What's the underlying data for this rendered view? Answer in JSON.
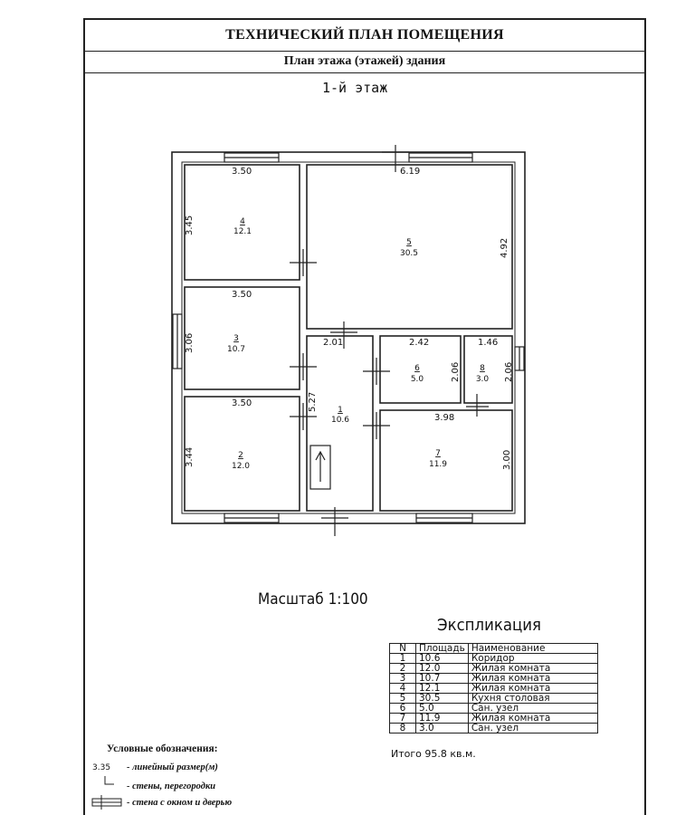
{
  "header": {
    "title": "ТЕХНИЧЕСКИЙ ПЛАН ПОМЕЩЕНИЯ",
    "subtitle": "План этажа (этажей) здания"
  },
  "floor_title": "1-й этаж",
  "scale_label": "Масштаб 1:100",
  "rooms": [
    {
      "num": "4",
      "area": "12.1"
    },
    {
      "num": "5",
      "area": "30.5"
    },
    {
      "num": "3",
      "area": "10.7"
    },
    {
      "num": "1",
      "area": "10.6"
    },
    {
      "num": "6",
      "area": "5.0"
    },
    {
      "num": "8",
      "area": "3.0"
    },
    {
      "num": "2",
      "area": "12.0"
    },
    {
      "num": "7",
      "area": "11.9"
    }
  ],
  "dimensions": {
    "r4_width": "3.50",
    "r4_height": "3.45",
    "r5_width": "6.19",
    "r5_height": "4.92",
    "r3_width": "3.50",
    "r3_height": "3.06",
    "r1_width": "2.01",
    "r1_height": "5.27",
    "r6_width": "2.42",
    "r6_height": "2.06",
    "r8_width": "1.46",
    "r8_height": "2.06",
    "r2_width": "3.50",
    "r2_height": "3.44",
    "r7_width": "3.98",
    "r7_height": "3.00"
  },
  "explication": {
    "title": "Экспликация",
    "columns": [
      "N",
      "Площадь",
      "Наименование"
    ],
    "rows": [
      [
        "1",
        "10.6",
        "Коридор"
      ],
      [
        "2",
        "12.0",
        "Жилая комната"
      ],
      [
        "3",
        "10.7",
        "Жилая комната"
      ],
      [
        "4",
        "12.1",
        "Жилая комната"
      ],
      [
        "5",
        "30.5",
        "Кухня столовая"
      ],
      [
        "6",
        "5.0",
        "Сан. узел"
      ],
      [
        "7",
        "11.9",
        "Жилая комната"
      ],
      [
        "8",
        "3.0",
        "Сан. узел"
      ]
    ],
    "total": "Итого 95.8 кв.м."
  },
  "legend": {
    "title": "Условные обозначения:",
    "sample_dim": "3.35",
    "items": [
      "- линейный размер(м)",
      "- стены, перегородки",
      "- стена с окном и дверью"
    ]
  }
}
